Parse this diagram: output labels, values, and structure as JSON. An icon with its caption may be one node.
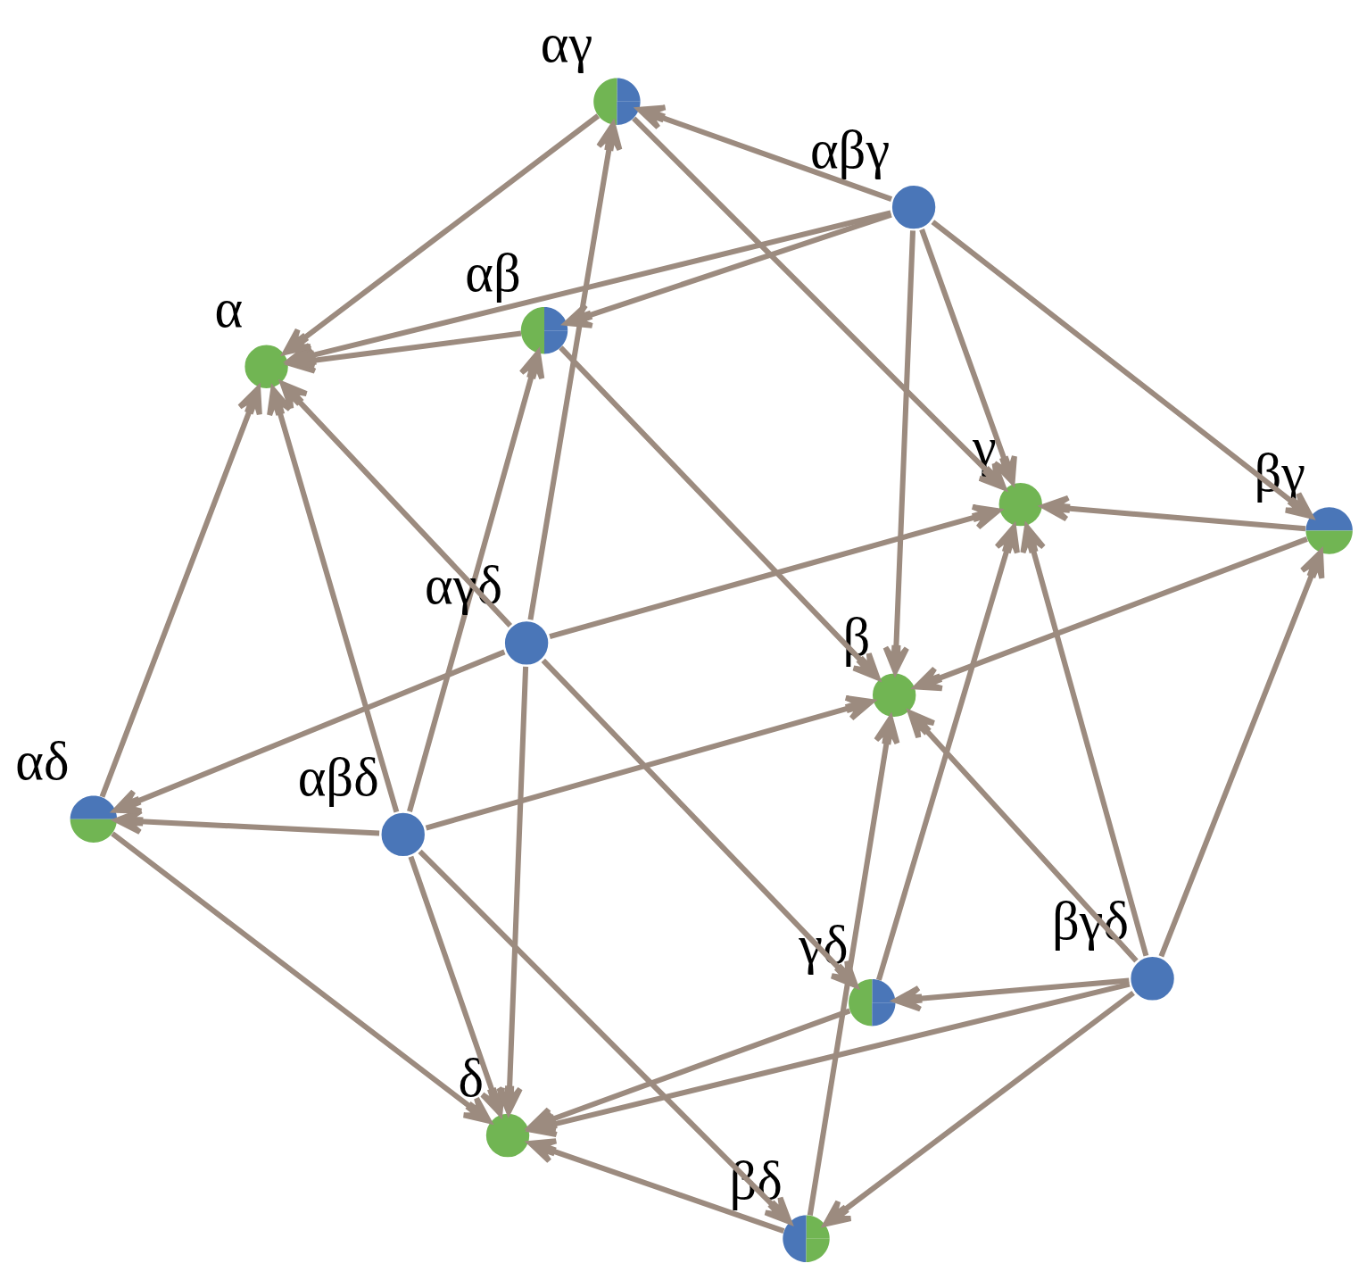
{
  "diagram": {
    "nodes": [
      {
        "text": [],
        "shape": "circle",
        "beside": [
          "αβ"
        ]
      },
      {
        "text": [],
        "shape": "circle",
        "beside": [
          "β"
        ]
      },
      {
        "text": [],
        "shape": "circle",
        "beside": [
          "αβδ"
        ]
      },
      {
        "text": [],
        "shape": "circle",
        "beside": [
          "αβγ"
        ]
      },
      {
        "text": [],
        "shape": "circle",
        "beside": [
          "α"
        ]
      },
      {
        "text": [],
        "shape": "circle",
        "beside": [
          "βδ"
        ]
      },
      {
        "text": [],
        "shape": "circle",
        "beside": [
          "βγ"
        ]
      },
      {
        "text": [],
        "shape": "circle",
        "beside": [
          "αδ"
        ]
      },
      {
        "text": [],
        "shape": "circle",
        "beside": [
          "αγ"
        ]
      },
      {
        "text": [],
        "shape": "circle",
        "beside": [
          "βγδ"
        ]
      },
      {
        "text": [],
        "shape": "circle",
        "beside": [
          "δ"
        ]
      },
      {
        "text": [],
        "shape": "circle",
        "beside": [
          "γ"
        ]
      },
      {
        "text": [],
        "shape": "circle",
        "beside": [
          "αγδ"
        ]
      },
      {
        "text": [],
        "shape": "circle",
        "beside": [
          "γδ"
        ]
      }
    ],
    "edges": [
      {
        "from": 0,
        "to": 1,
        "arrow": "to"
      },
      {
        "from": 0,
        "to": 4,
        "arrow": "to"
      },
      {
        "from": 2,
        "to": 0,
        "arrow": "to"
      },
      {
        "from": 2,
        "to": 1,
        "arrow": "to"
      },
      {
        "from": 2,
        "to": 4,
        "arrow": "to"
      },
      {
        "from": 2,
        "to": 5,
        "arrow": "to"
      },
      {
        "from": 2,
        "to": 7,
        "arrow": "to"
      },
      {
        "from": 2,
        "to": 10,
        "arrow": "to"
      },
      {
        "from": 3,
        "to": 0,
        "arrow": "to"
      },
      {
        "from": 3,
        "to": 1,
        "arrow": "to"
      },
      {
        "from": 3,
        "to": 4,
        "arrow": "to"
      },
      {
        "from": 3,
        "to": 6,
        "arrow": "to"
      },
      {
        "from": 3,
        "to": 8,
        "arrow": "to"
      },
      {
        "from": 3,
        "to": 11,
        "arrow": "to"
      },
      {
        "from": 5,
        "to": 1,
        "arrow": "to"
      },
      {
        "from": 5,
        "to": 10,
        "arrow": "to"
      },
      {
        "from": 6,
        "to": 1,
        "arrow": "to"
      },
      {
        "from": 6,
        "to": 11,
        "arrow": "to"
      },
      {
        "from": 7,
        "to": 4,
        "arrow": "to"
      },
      {
        "from": 7,
        "to": 10,
        "arrow": "to"
      },
      {
        "from": 8,
        "to": 4,
        "arrow": "to"
      },
      {
        "from": 8,
        "to": 11,
        "arrow": "to"
      },
      {
        "from": 9,
        "to": 1,
        "arrow": "to"
      },
      {
        "from": 9,
        "to": 5,
        "arrow": "to"
      },
      {
        "from": 9,
        "to": 6,
        "arrow": "to"
      },
      {
        "from": 9,
        "to": 10,
        "arrow": "to"
      },
      {
        "from": 9,
        "to": 11,
        "arrow": "to"
      },
      {
        "from": 9,
        "to": 13,
        "arrow": "to"
      },
      {
        "from": 12,
        "to": 4,
        "arrow": "to"
      },
      {
        "from": 12,
        "to": 7,
        "arrow": "to"
      },
      {
        "from": 12,
        "to": 8,
        "arrow": "to"
      },
      {
        "from": 12,
        "to": 10,
        "arrow": "to"
      },
      {
        "from": 12,
        "to": 11,
        "arrow": "to"
      },
      {
        "from": 12,
        "to": 13,
        "arrow": "to"
      },
      {
        "from": 13,
        "to": 11,
        "arrow": "to"
      },
      {
        "from": 13,
        "to": 10,
        "arrow": "to"
      }
    ]
  }
}
